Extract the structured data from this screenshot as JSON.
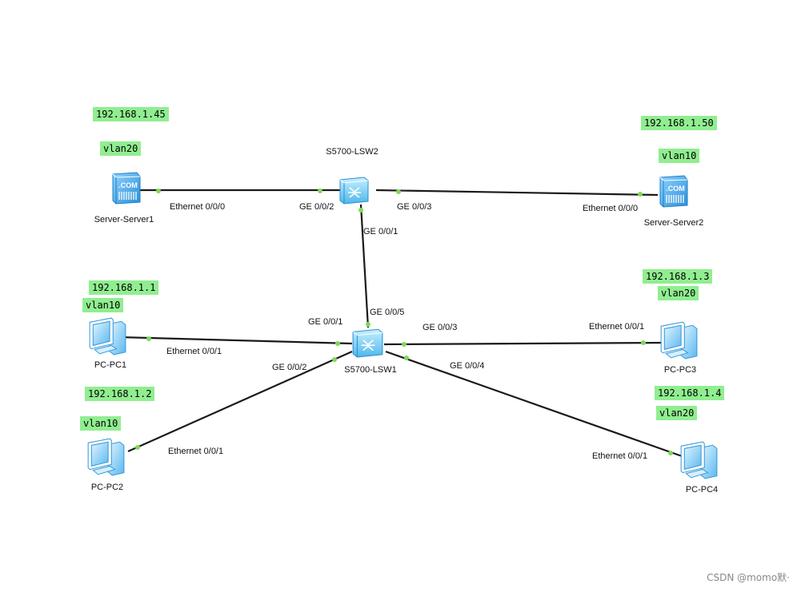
{
  "devices": {
    "lsw2": {
      "label": "S5700-LSW2",
      "icon": "switch-icon"
    },
    "lsw1": {
      "label": "S5700-LSW1",
      "icon": "switch-icon"
    },
    "server1": {
      "label": "Server-Server1",
      "icon": "server-icon",
      "ip": "192.168.1.45",
      "vlan": "vlan20"
    },
    "server2": {
      "label": "Server-Server2",
      "icon": "server-icon",
      "ip": "192.168.1.50",
      "vlan": "vlan10"
    },
    "pc1": {
      "label": "PC-PC1",
      "icon": "pc-icon",
      "ip": "192.168.1.1",
      "vlan": "vlan10"
    },
    "pc2": {
      "label": "PC-PC2",
      "icon": "pc-icon",
      "ip": "192.168.1.2",
      "vlan": "vlan10"
    },
    "pc3": {
      "label": "PC-PC3",
      "icon": "pc-icon",
      "ip": "192.168.1.3",
      "vlan": "vlan20"
    },
    "pc4": {
      "label": "PC-PC4",
      "icon": "pc-icon",
      "ip": "192.168.1.4",
      "vlan": "vlan20"
    }
  },
  "links": [
    {
      "from": "server1",
      "from_port": "Ethernet 0/0/0",
      "to": "lsw2",
      "to_port": "GE 0/0/2"
    },
    {
      "from": "lsw2",
      "from_port": "GE 0/0/3",
      "to": "server2",
      "to_port": "Ethernet 0/0/0"
    },
    {
      "from": "lsw2",
      "from_port": "GE 0/0/1",
      "to": "lsw1",
      "to_port": "GE 0/0/5"
    },
    {
      "from": "pc1",
      "from_port": "Ethernet 0/0/1",
      "to": "lsw1",
      "to_port": "GE 0/0/1"
    },
    {
      "from": "pc2",
      "from_port": "Ethernet 0/0/1",
      "to": "lsw1",
      "to_port": "GE 0/0/2"
    },
    {
      "from": "lsw1",
      "from_port": "GE 0/0/3",
      "to": "pc3",
      "to_port": "Ethernet 0/0/1"
    },
    {
      "from": "lsw1",
      "from_port": "GE 0/0/4",
      "to": "pc4",
      "to_port": "Ethernet 0/0/1"
    }
  ],
  "watermark": "CSDN @momo默·",
  "colors": {
    "tag_background": "#90ee90",
    "port_dot": "#7ed957",
    "link": "#1a1a1a",
    "device_blue": "#3aa2ea"
  }
}
